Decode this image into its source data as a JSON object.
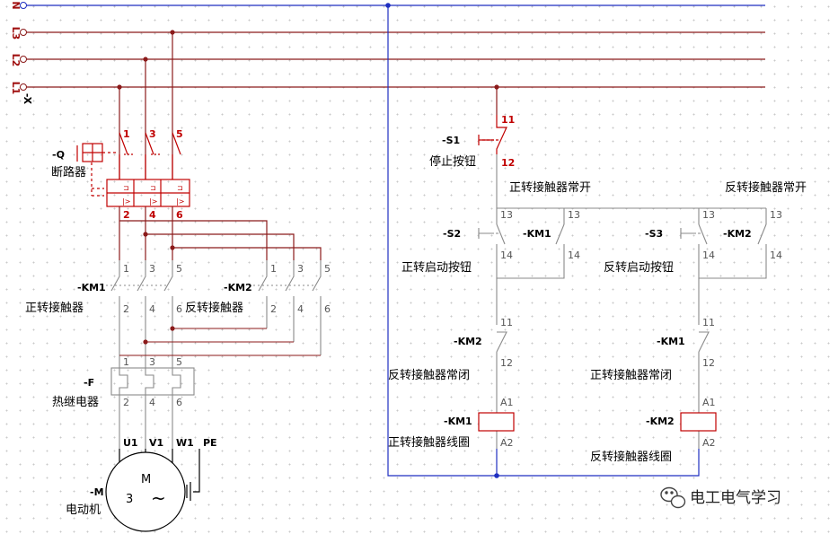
{
  "bus": {
    "n": "N",
    "l3": "L3",
    "l2": "L2",
    "l1": "L1",
    "x": "-X"
  },
  "breaker": {
    "tag": "-Q",
    "name": "断路器",
    "in": [
      "1",
      "3",
      "5"
    ],
    "out": [
      "2",
      "4",
      "6"
    ]
  },
  "km1_main": {
    "tag": "-KM1",
    "name": "正转接触器",
    "in": [
      "1",
      "3",
      "5"
    ],
    "out": [
      "2",
      "4",
      "6"
    ]
  },
  "km2_main": {
    "tag": "-KM2",
    "name": "反转接触器",
    "in": [
      "1",
      "3",
      "5"
    ],
    "out": [
      "2",
      "4",
      "6"
    ]
  },
  "relay": {
    "tag": "-F",
    "name": "热继电器",
    "in": [
      "1",
      "3",
      "5"
    ],
    "out": [
      "2",
      "4",
      "6"
    ]
  },
  "motor": {
    "tag": "-M",
    "name": "电动机",
    "letter": "M",
    "phase": "3",
    "ac": "~",
    "terminals": [
      "U1",
      "V1",
      "W1",
      "PE"
    ]
  },
  "stop": {
    "tag": "-S1",
    "name": "停止按钮",
    "t1": "11",
    "t2": "12"
  },
  "control": {
    "no_fwd_heading": "正转接触器常开",
    "no_rev_heading": "反转接触器常开",
    "s2": {
      "tag": "-S2",
      "name": "正转启动按钮",
      "t1": "13",
      "t2": "14"
    },
    "km1_aux": {
      "tag": "-KM1",
      "t1": "13",
      "t2": "14"
    },
    "s3": {
      "tag": "-S3",
      "name": "反转启动按钮",
      "t1": "13",
      "t2": "14"
    },
    "km2_aux": {
      "tag": "-KM2",
      "t1": "13",
      "t2": "14"
    },
    "km2_nc": {
      "tag": "-KM2",
      "name": "反转接触器常闭",
      "t1": "11",
      "t2": "12"
    },
    "km1_nc": {
      "tag": "-KM1",
      "name": "正转接触器常闭",
      "t1": "11",
      "t2": "12"
    },
    "km1_coil": {
      "tag": "-KM1",
      "name": "正转接触器线圈",
      "a1": "A1",
      "a2": "A2"
    },
    "km2_coil": {
      "tag": "-KM2",
      "name": "反转接触器线圈",
      "a1": "A1",
      "a2": "A2"
    }
  },
  "watermark": {
    "text": "电工电气学习"
  },
  "colors": {
    "phase": "#8b1a1a",
    "neutral": "#1f2fc0",
    "wire": "#8a8a8a",
    "red": "#c00000"
  }
}
